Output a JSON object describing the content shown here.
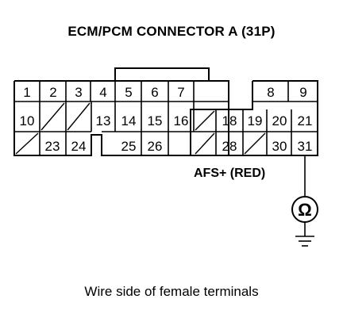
{
  "title": "ECM/PCM CONNECTOR A (31P)",
  "caption": "Wire side of female terminals",
  "wire_label": "AFS+ (RED)",
  "meter_symbol": "Ω",
  "meter_icon": "ohmmeter-icon",
  "ground_icon": "ground-icon",
  "terminals": {
    "row1": [
      "1",
      "2",
      "3",
      "4",
      "5",
      "6",
      "7",
      "8",
      "9"
    ],
    "row2": [
      "10",
      "13",
      "14",
      "15",
      "16",
      "18",
      "19",
      "20",
      "21"
    ],
    "row3": [
      "23",
      "24",
      "25",
      "26",
      "28",
      "30",
      "31"
    ]
  }
}
